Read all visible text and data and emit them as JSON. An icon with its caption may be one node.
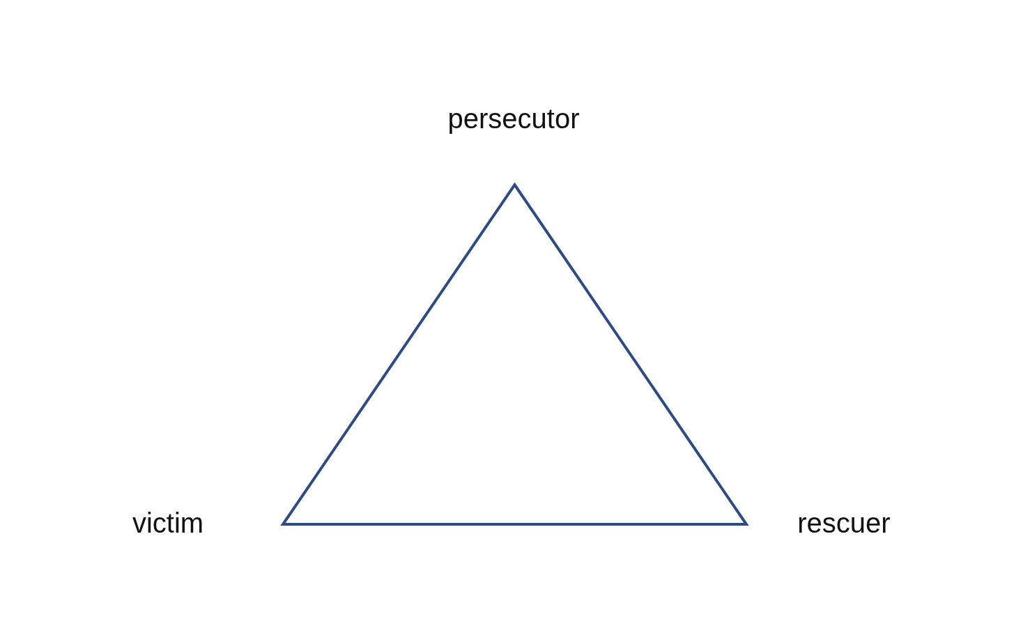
{
  "diagram": {
    "nodes": [
      {
        "text": [],
        "shape": "triangle",
        "beside": [
          "persecutor",
          "victim",
          "rescuer"
        ]
      }
    ]
  }
}
